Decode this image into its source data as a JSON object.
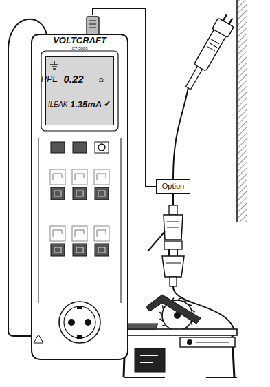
{
  "diagram": {
    "nodes": [
      {
        "text": [
          "VOLTCRAFT",
          "CT-5000"
        ]
      },
      {
        "text": [
          "RPE",
          "0.22",
          "Ω",
          "ILEAK",
          "1.35mA",
          "✓"
        ],
        "in": 0
      },
      {
        "text": [
          "Option"
        ]
      }
    ],
    "edges": [
      {
        "from": 0,
        "to": 2,
        "arrow": "none"
      }
    ]
  }
}
